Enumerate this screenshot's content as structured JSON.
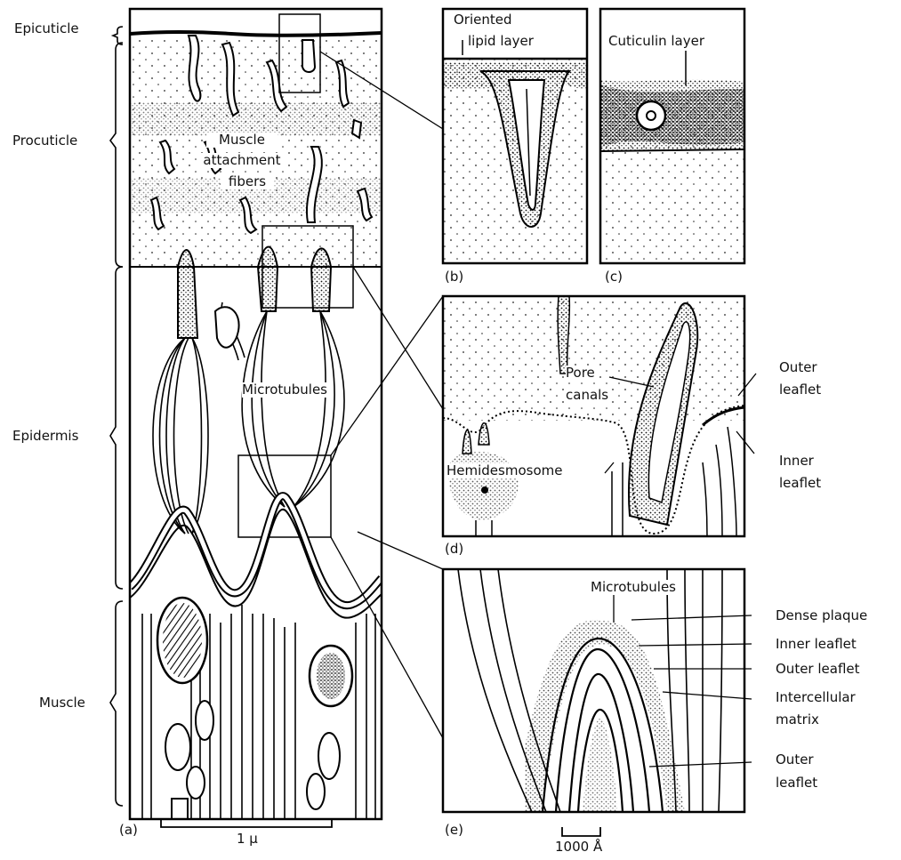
{
  "panel_a": {
    "layers": [
      "Epicuticle",
      "Procuticle",
      "Epidermis",
      "Muscle"
    ],
    "label_muscle_fibers_1": "Muscle",
    "label_muscle_fibers_2": "attachment",
    "label_muscle_fibers_3": "fibers",
    "label_microtubules": "Microtubules",
    "panel_letter": "(a)",
    "scale": "1 μ"
  },
  "panel_b": {
    "label_1": "Oriented",
    "label_2": "lipid layer",
    "panel_letter": "(b)"
  },
  "panel_c": {
    "label": "Cuticulin layer",
    "panel_letter": "(c)"
  },
  "panel_d": {
    "pore_1": "Pore",
    "pore_2": "canals",
    "hemidesmosome": "Hemidesmosome",
    "outer_leaflet_1": "Outer",
    "outer_leaflet_2": "leaflet",
    "inner_leaflet_1": "Inner",
    "inner_leaflet_2": "leaflet",
    "panel_letter": "(d)"
  },
  "panel_e": {
    "microtubules": "Microtubules",
    "dense_plaque": "Dense plaque",
    "inner_leaflet": "Inner leaflet",
    "outer_leaflet": "Outer leaflet",
    "intercellular_1": "Intercellular",
    "intercellular_2": "matrix",
    "outer_leaflet2_1": "Outer",
    "outer_leaflet2_2": "leaflet",
    "panel_letter": "(e)",
    "scale": "1000 Å"
  }
}
